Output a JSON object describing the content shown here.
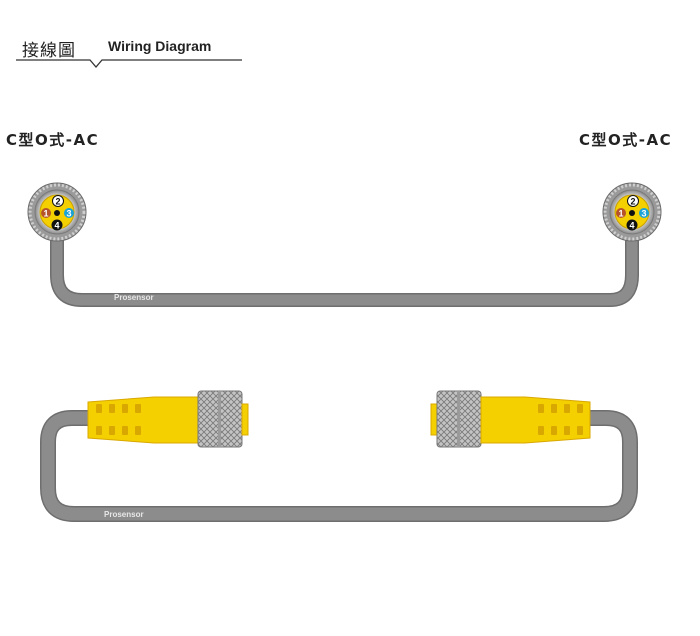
{
  "header": {
    "title_zh": "接線圖",
    "title_en": "Wiring Diagram"
  },
  "connector_type_left": "C型O式-AC",
  "connector_type_right": "C型O式-AC",
  "cable_brand_top": "Prosensor",
  "cable_brand_bottom": "Prosensor",
  "pins": [
    {
      "number": "1",
      "color": "#b5532a"
    },
    {
      "number": "2",
      "color": "#ffffff"
    },
    {
      "number": "3",
      "color": "#1aa3d9"
    },
    {
      "number": "4",
      "color": "#111111"
    }
  ],
  "colors": {
    "cable": "#8c8c8c",
    "cable_edge": "#6e6e6e",
    "connector_yellow": "#f5d000",
    "connector_yellow_dark": "#d9a800",
    "knurl": "#b8b8b8"
  }
}
